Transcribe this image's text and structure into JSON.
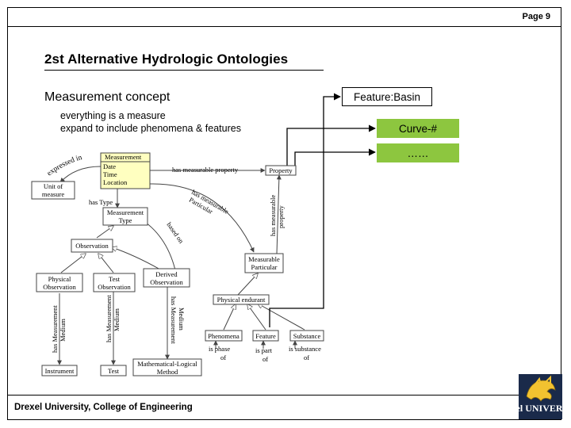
{
  "page_number": "Page 9",
  "title": "2st Alternative Hydrologic Ontologies",
  "concept_heading": "Measurement concept",
  "sub_lines": [
    "everything is a measure",
    "expand to include phenomena & features"
  ],
  "footer": "Drexel University, College of Engineering",
  "logo_text": "Drexel UNIVERSITY",
  "callouts": {
    "basin": "Feature:Basin",
    "curve": "Curve-#",
    "dots": "……"
  },
  "diagram": {
    "nodes": {
      "measurement": [
        "Measurement",
        "Date",
        "Time",
        "Location"
      ],
      "unit": [
        "Unit of",
        "measure"
      ],
      "property": "Property",
      "mtype": [
        "Measurement",
        "Type"
      ],
      "observation": "Observation",
      "physobs": [
        "Physical",
        "Observation"
      ],
      "testobs": [
        "Test",
        "Observation"
      ],
      "derobs": [
        "Derived",
        "Observation"
      ],
      "measpart": [
        "Measurable",
        "Particular"
      ],
      "physend": "Physical endurant",
      "phenomena": "Phenomena",
      "feature": "Feature",
      "substance": "Substance",
      "instrument": "Instrument",
      "test": "Test",
      "mathmethod": [
        "Mathematical-Logical",
        "Method"
      ]
    },
    "labels": {
      "expressed_in": "expressed in",
      "has_measurable_property": "has measurable property",
      "has_type": "has Type",
      "has_measurable_particular": [
        "has measurable",
        "Particular"
      ],
      "has_measurable_property_v": [
        "has measurable",
        "property"
      ],
      "based_on": "based on",
      "medium_1": [
        "has Measurement",
        "Medium"
      ],
      "medium_2": [
        "has Measurement",
        "Medium"
      ],
      "medium_3": [
        "has Measurement",
        "Medium"
      ],
      "is_phase_of": [
        "is phase",
        "of"
      ],
      "is_part_of": [
        "is part",
        "of"
      ],
      "is_substance_of": [
        "is substance",
        "of"
      ]
    }
  }
}
